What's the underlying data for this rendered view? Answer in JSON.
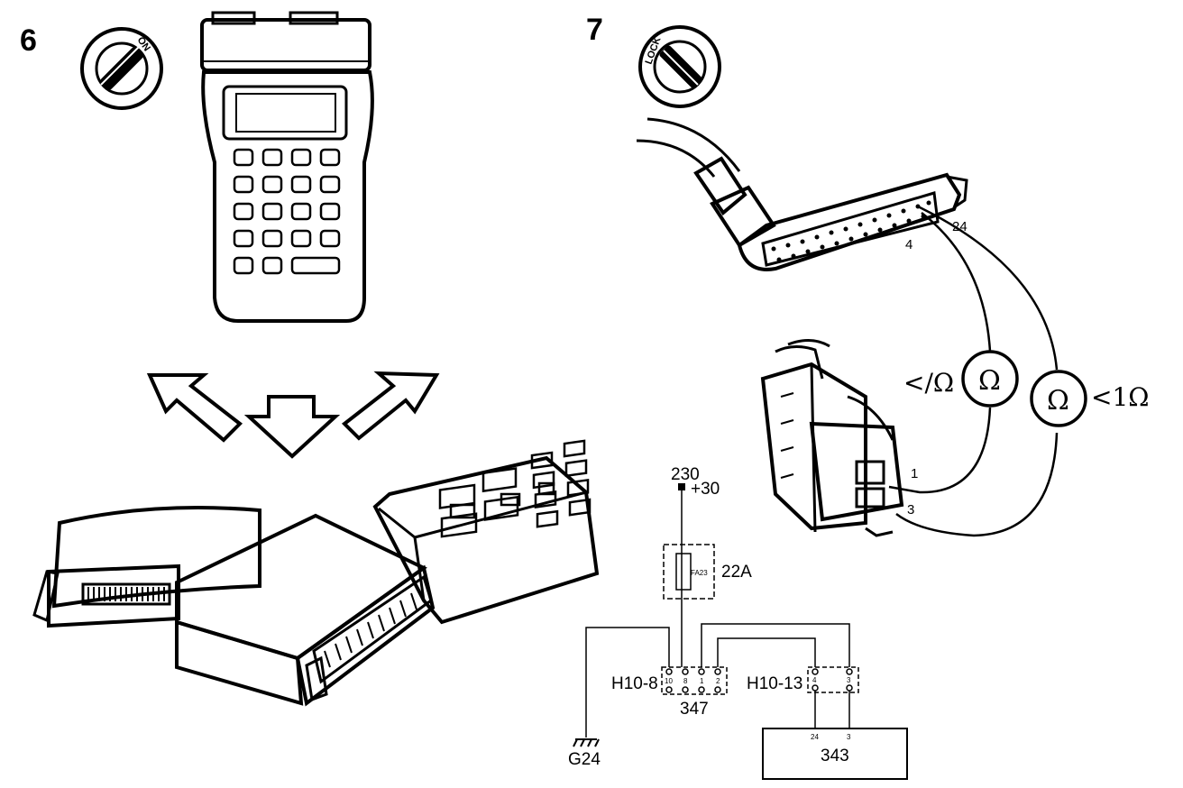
{
  "steps": {
    "step6": "6",
    "step7": "7"
  },
  "ignition": {
    "on_label": "ON",
    "lock_label": "LOCK"
  },
  "connector": {
    "pin_24": "24",
    "pin_4": "4",
    "pin_1": "1",
    "pin_3": "3"
  },
  "meters": {
    "symbol": "Ω",
    "left_reading": "</Ω",
    "right_reading": "<1Ω"
  },
  "wiring": {
    "supply_num": "230",
    "supply_label": "+30",
    "fuse_code": "FA23",
    "fuse_label": "22A",
    "conn_left": "H10-8",
    "conn_right": "H10-13",
    "conn_left_unit": "347",
    "unit": "343",
    "ground": "G24",
    "pins_left": [
      "10",
      "8",
      "1",
      "2"
    ],
    "pins_right": [
      "4",
      "3"
    ],
    "unit_pins": [
      "24",
      "3"
    ]
  },
  "icons": [
    "ignition-key-on-icon",
    "ignition-key-lock-icon",
    "arrow-down-icon",
    "ohmmeter-icon",
    "ground-icon"
  ]
}
